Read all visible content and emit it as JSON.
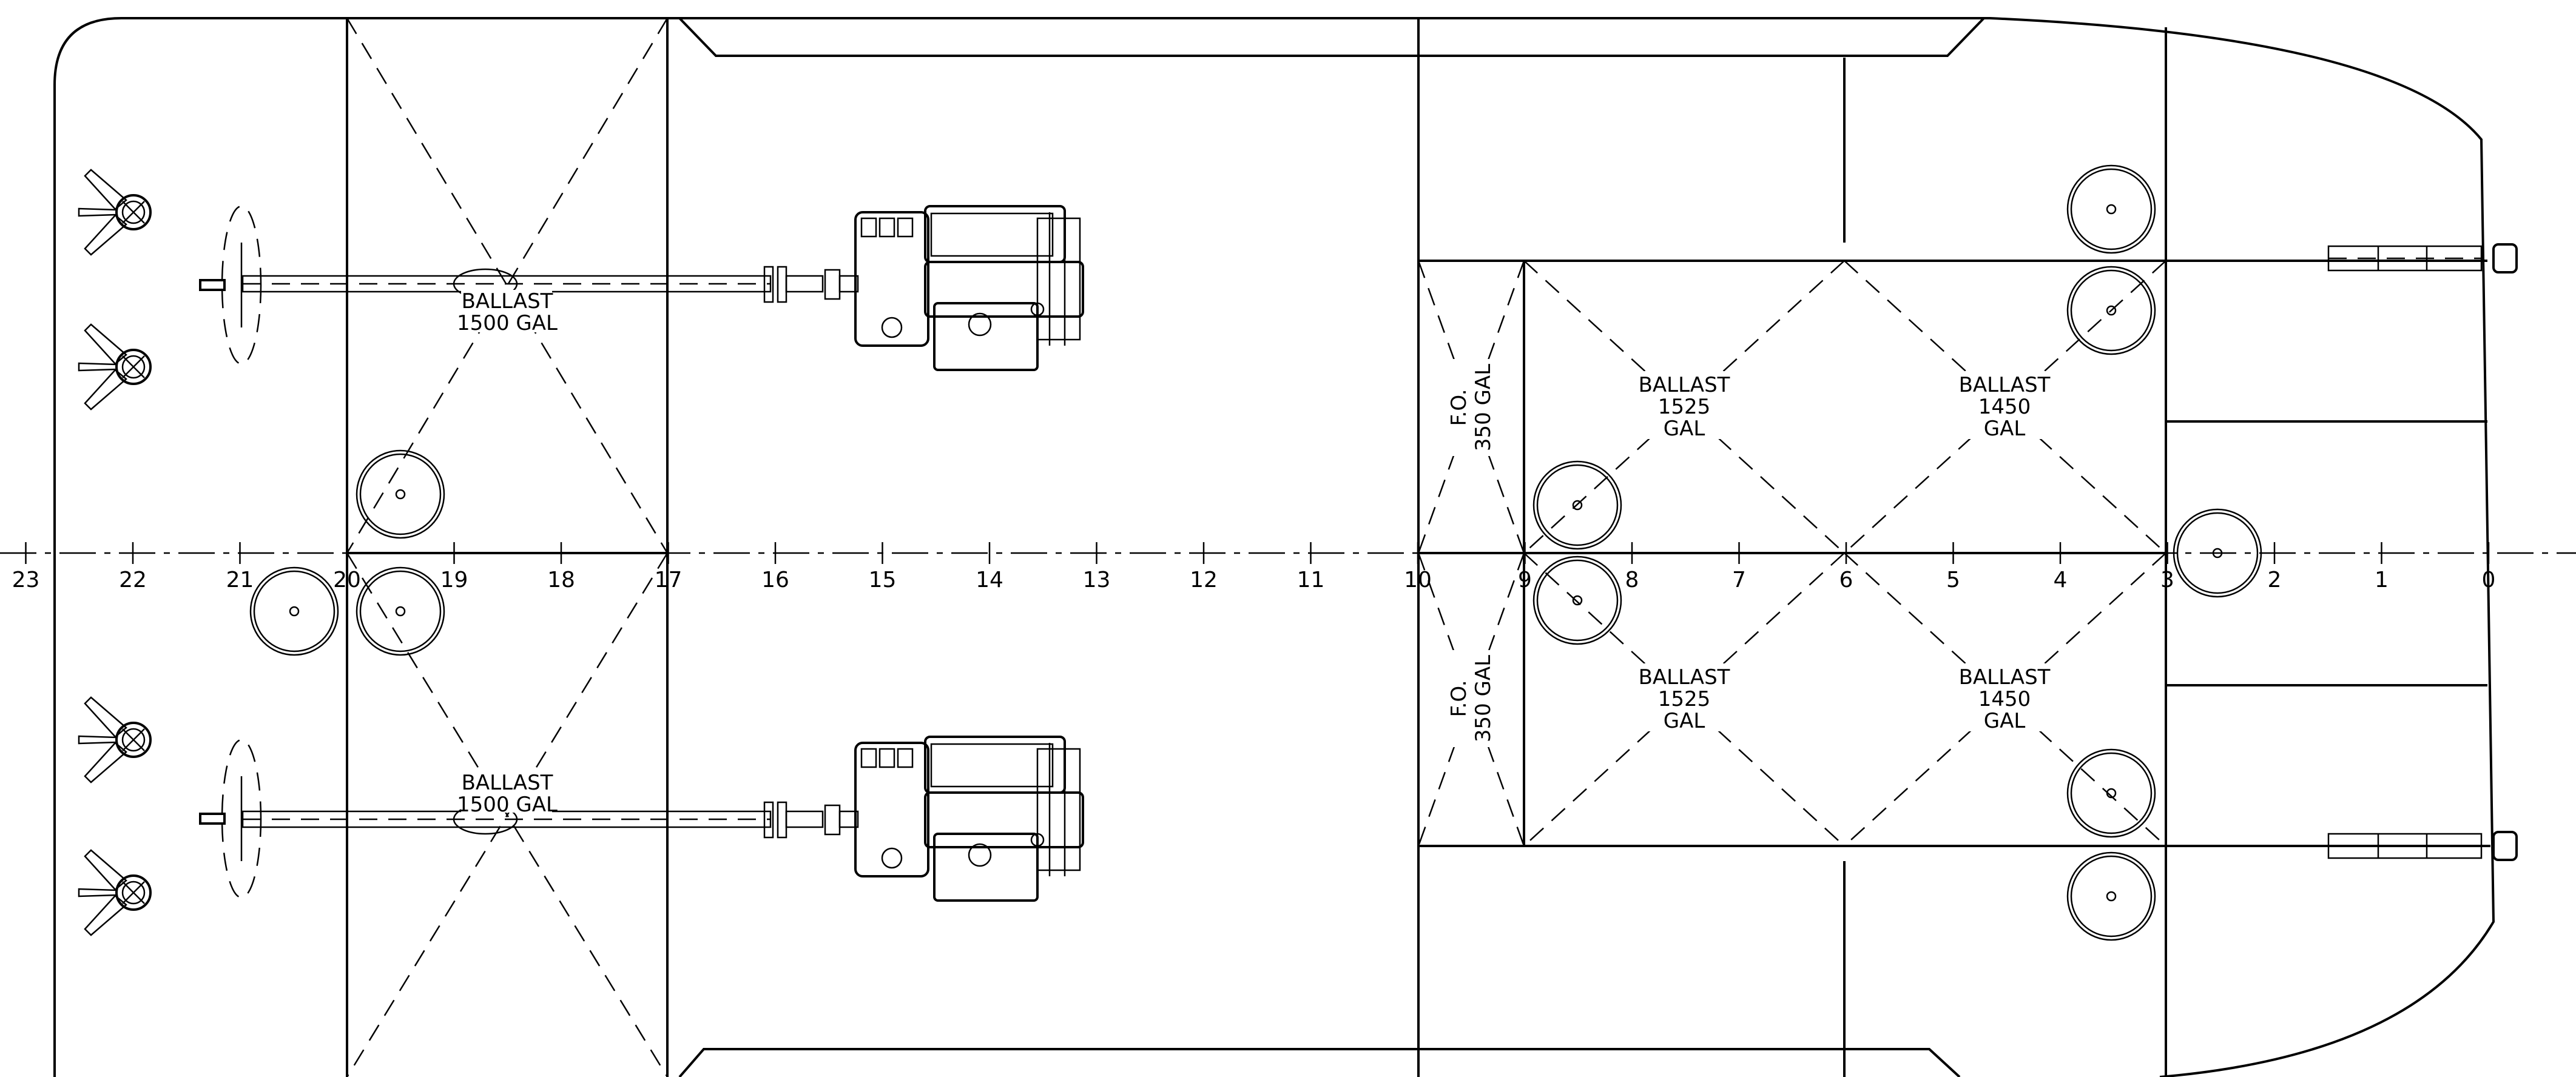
{
  "frame_numbers": [
    "0",
    "1",
    "2",
    "3",
    "4",
    "5",
    "6",
    "7",
    "8",
    "9",
    "10",
    "11",
    "12",
    "13",
    "14",
    "15",
    "16",
    "17",
    "18",
    "19",
    "20",
    "21",
    "22",
    "23"
  ],
  "tanks": {
    "aft_port": {
      "line1": "BALLAST",
      "line2": "1500  GAL"
    },
    "aft_stbd": {
      "line1": "BALLAST",
      "line2": "1500  GAL"
    },
    "mid_port": {
      "line1": "BALLAST",
      "line2": "1525",
      "line3": "GAL"
    },
    "mid_stbd": {
      "line1": "BALLAST",
      "line2": "1525",
      "line3": "GAL"
    },
    "fwd_port": {
      "line1": "BALLAST",
      "line2": "1450",
      "line3": "GAL"
    },
    "fwd_stbd": {
      "line1": "BALLAST",
      "line2": "1450",
      "line3": "GAL"
    },
    "fo_port": {
      "line1": "F.O.",
      "line2": "350  GAL"
    },
    "fo_stbd": {
      "line1": "F.O.",
      "line2": "350  GAL"
    }
  },
  "colors": {
    "line": "#000000",
    "background": "#ffffff"
  },
  "icons": [
    "engine-icon",
    "propeller-icon",
    "rudder-icon",
    "manhole-icon",
    "winch-icon"
  ]
}
